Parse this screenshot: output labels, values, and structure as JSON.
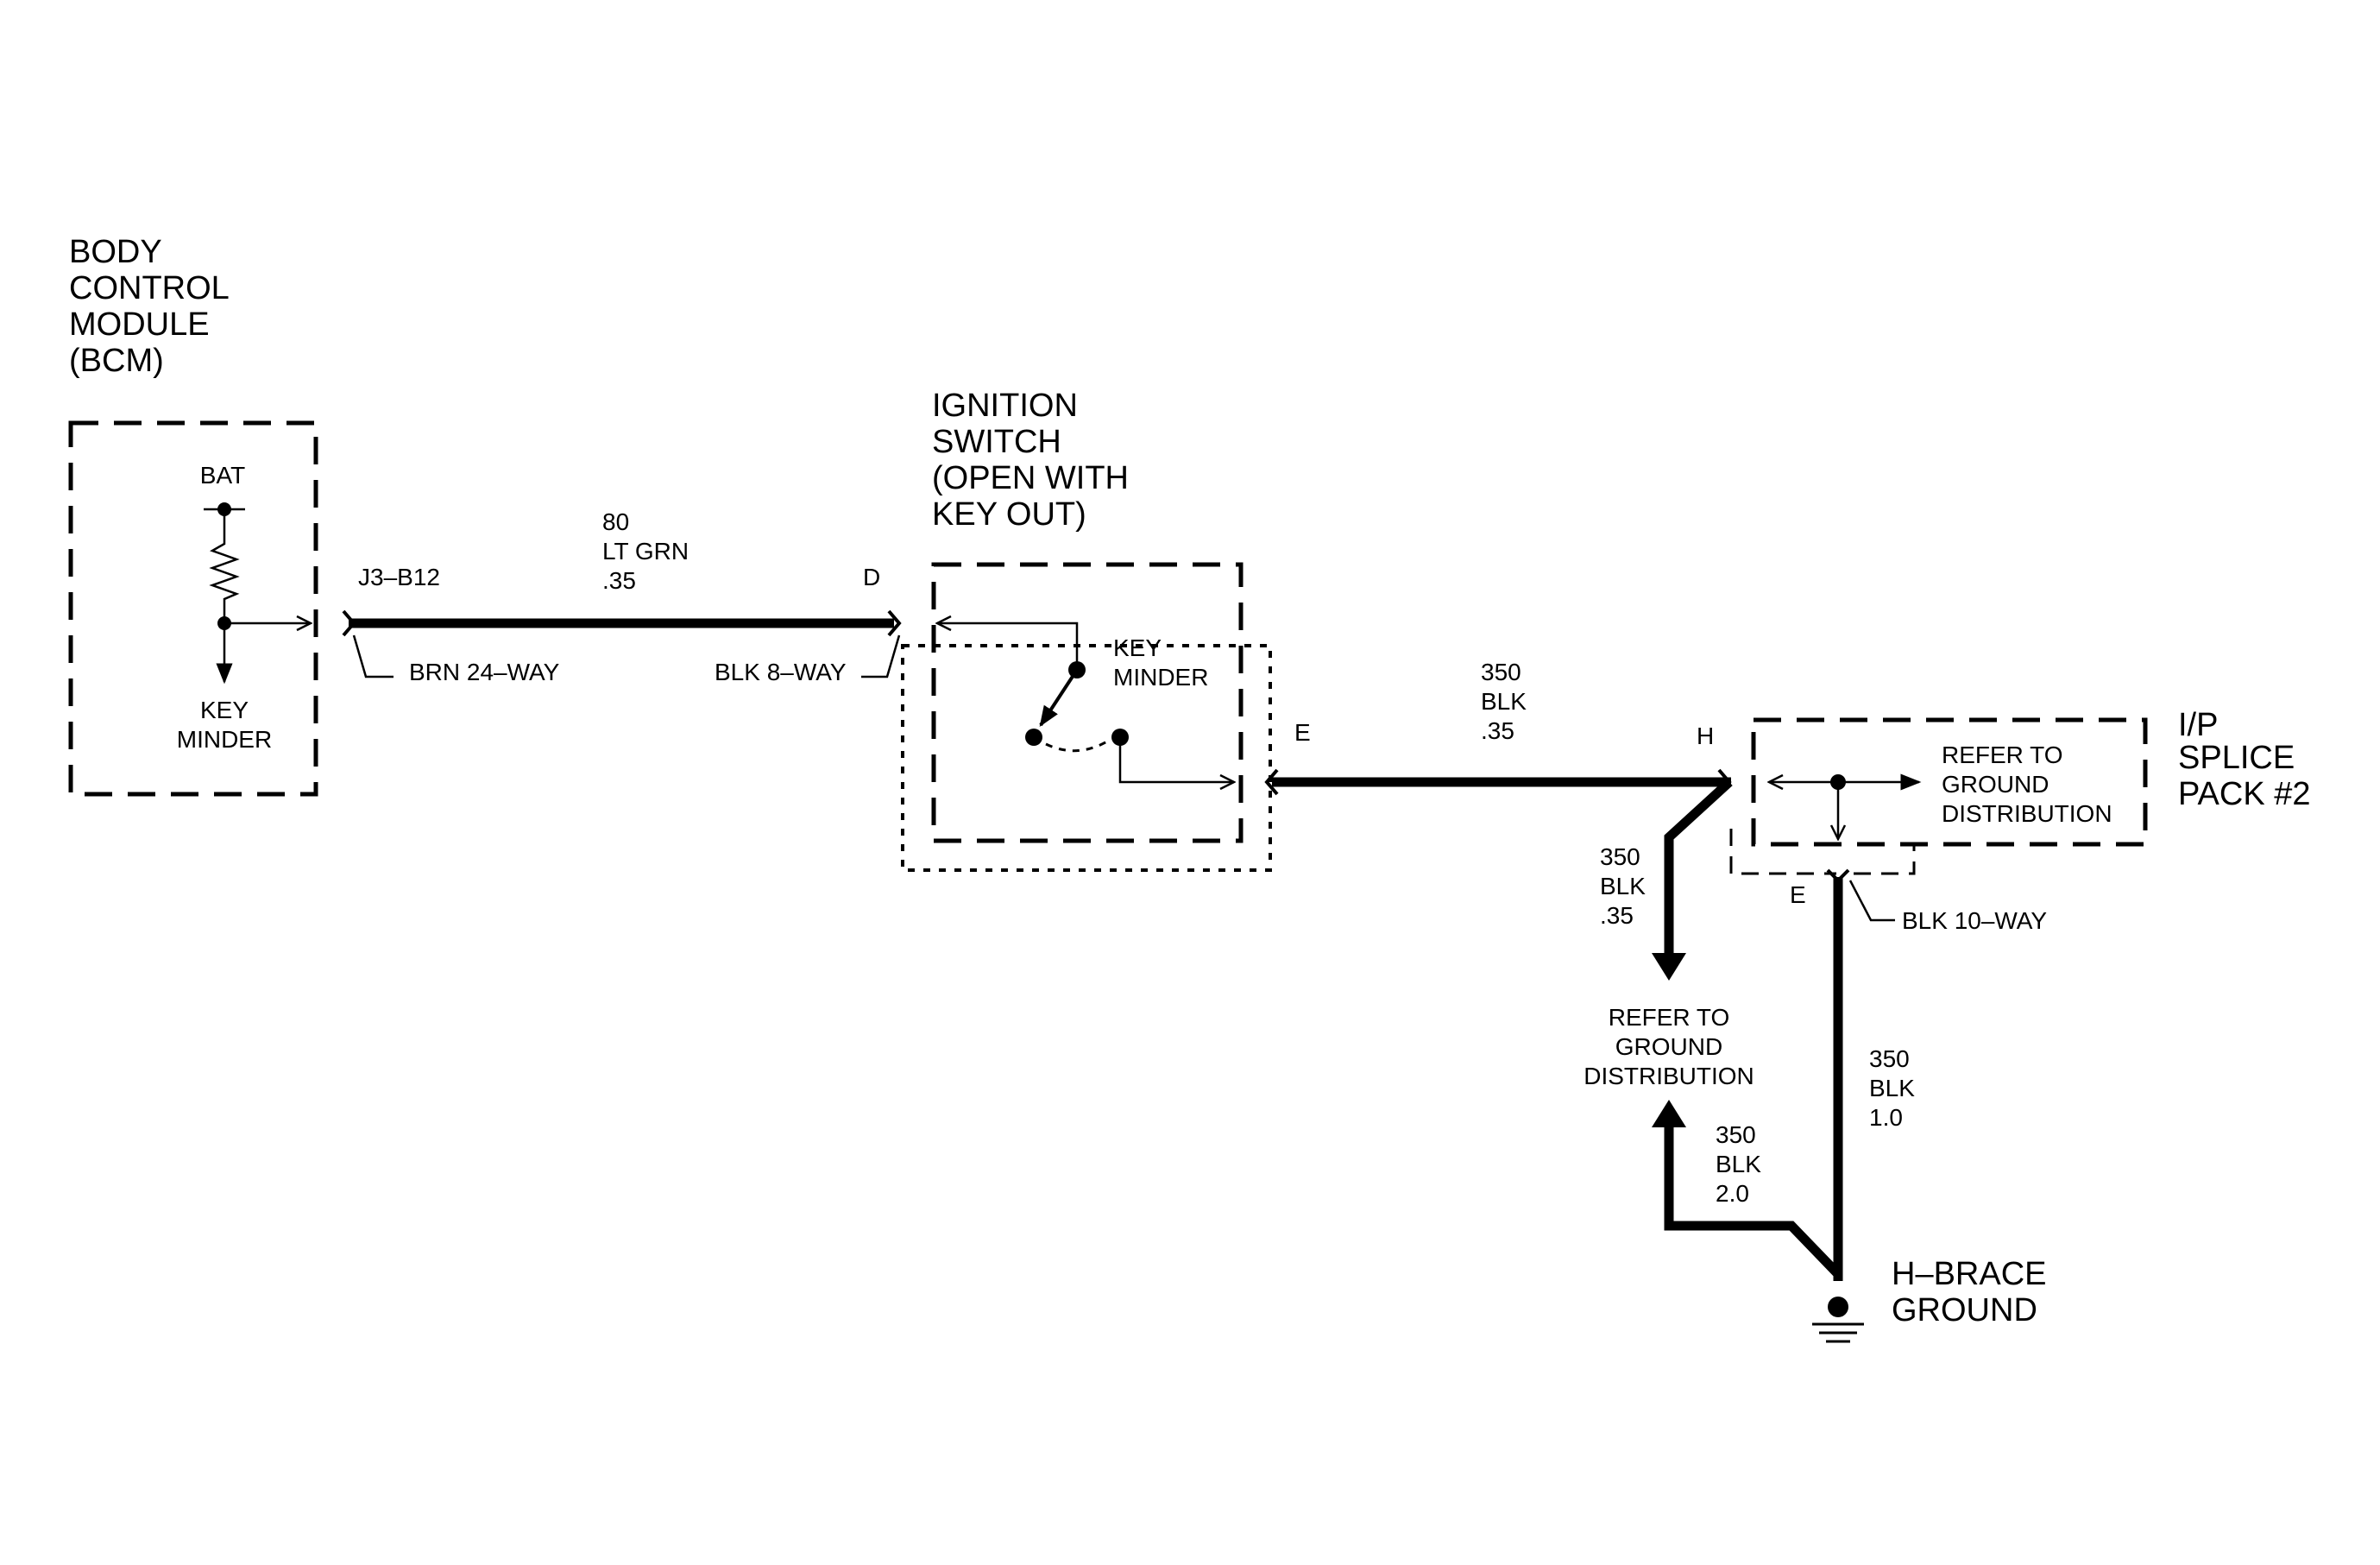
{
  "colors": {
    "ink": "#000000",
    "background": "#ffffff"
  },
  "components": {
    "bcm": {
      "title_lines": [
        "BODY",
        "CONTROL",
        "MODULE",
        "(BCM)"
      ],
      "bat_label": "BAT",
      "output_label_lines": [
        "KEY",
        "MINDER"
      ]
    },
    "ignition_switch": {
      "title_lines": [
        "IGNITION",
        "SWITCH",
        "(OPEN WITH",
        "KEY OUT)"
      ],
      "contact_label_lines": [
        "KEY",
        "MINDER"
      ]
    },
    "ip_splice_pack": {
      "title_lines": [
        "I/P",
        "SPLICE",
        "PACK #2"
      ],
      "reference_lines": [
        "REFER TO",
        "GROUND",
        "DISTRIBUTION"
      ]
    },
    "h_brace_ground": {
      "title_lines": [
        "H–BRACE",
        "GROUND"
      ],
      "icon": "ground-icon"
    }
  },
  "pins": {
    "bcm_out": "J3–B12",
    "ign_in": "D",
    "ign_out": "E",
    "splice_in": "H",
    "splice_out": "E"
  },
  "connectors": {
    "bcm": "BRN 24–WAY",
    "ignition": "BLK 8–WAY",
    "splice": "BLK 10–WAY"
  },
  "wires": {
    "bcm_to_ign": [
      "80",
      "LT GRN",
      ".35"
    ],
    "ign_to_splice": [
      "350",
      "BLK",
      ".35"
    ],
    "splice_down": [
      "350",
      "BLK",
      ".35"
    ],
    "splice_to_ground": [
      "350",
      "BLK",
      "1.0"
    ],
    "ground_return": [
      "350",
      "BLK",
      "2.0"
    ]
  },
  "references": {
    "ground_distribution_lines": [
      "REFER TO",
      "GROUND",
      "DISTRIBUTION"
    ]
  }
}
